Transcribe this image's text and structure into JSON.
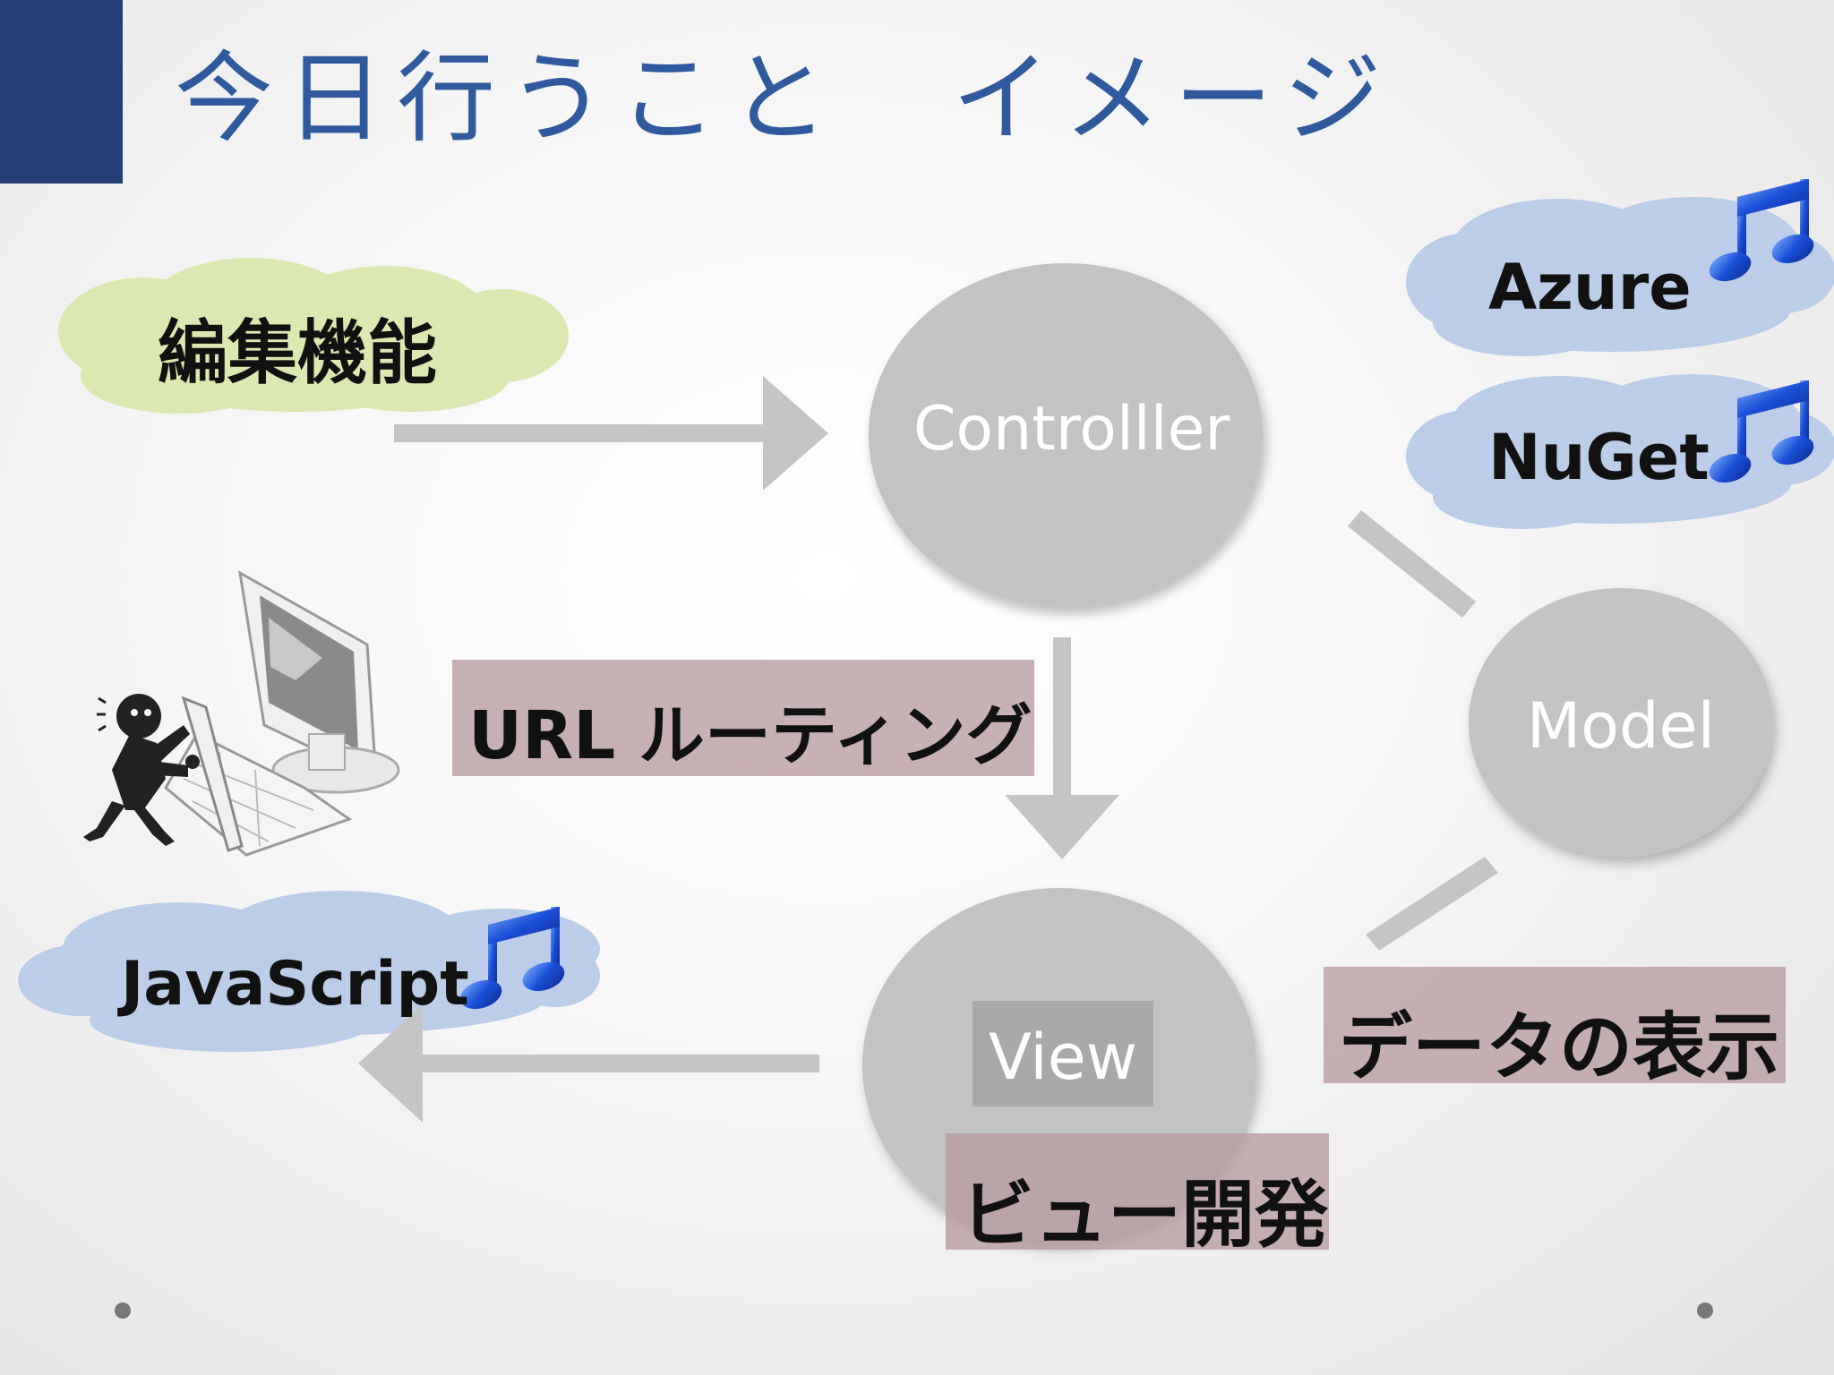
{
  "slide": {
    "title": "今日行うこと　イメージ",
    "accent_color": "#243f73",
    "title_color": "#2f5a9e"
  },
  "diagram": {
    "clouds": {
      "edit": {
        "label": "編集機能",
        "color": "#dbe9b0"
      },
      "azure": {
        "label": "Azure",
        "color": "#bccde9",
        "icon": "music-note-icon"
      },
      "nuget": {
        "label": "NuGet",
        "color": "#bccde9",
        "icon": "music-note-icon"
      },
      "javascript": {
        "label": "JavaScript",
        "color": "#bccde9",
        "icon": "music-note-icon"
      }
    },
    "nodes": {
      "controller": {
        "label": "Controlller"
      },
      "model": {
        "label": "Model"
      },
      "view": {
        "label": "View"
      }
    },
    "tags": {
      "routing": "URL ルーティング",
      "data_display": "データの表示",
      "view_dev": "ビュー開発"
    },
    "illustration": "person-at-computer-icon"
  }
}
